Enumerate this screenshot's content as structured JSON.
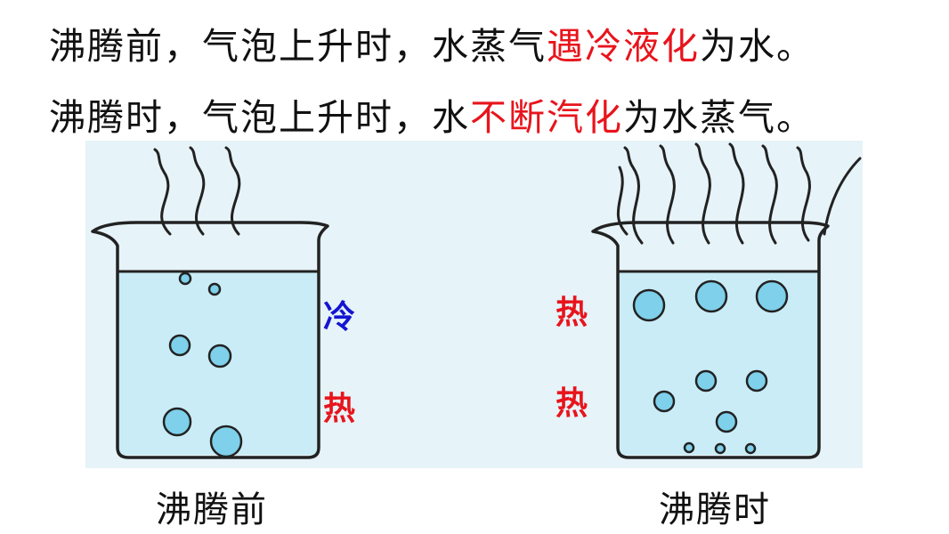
{
  "header": {
    "line1": {
      "a": "沸腾前，气泡上升时，水蒸气",
      "b": "遇冷液化",
      "c": "为水。"
    },
    "line2": {
      "a": "沸腾时，气泡上升时，水",
      "b": "不断汽化",
      "c": "为水蒸气。"
    }
  },
  "labels": {
    "left_top": "冷",
    "left_bottom": "热",
    "right_top": "热",
    "right_bottom": "热"
  },
  "captions": {
    "left": "沸腾前",
    "right": "沸腾时"
  },
  "colors": {
    "red": "#e8141c",
    "blue": "#1414d2",
    "water": "#c9ecf6",
    "bubble": "#7fd0ea"
  }
}
